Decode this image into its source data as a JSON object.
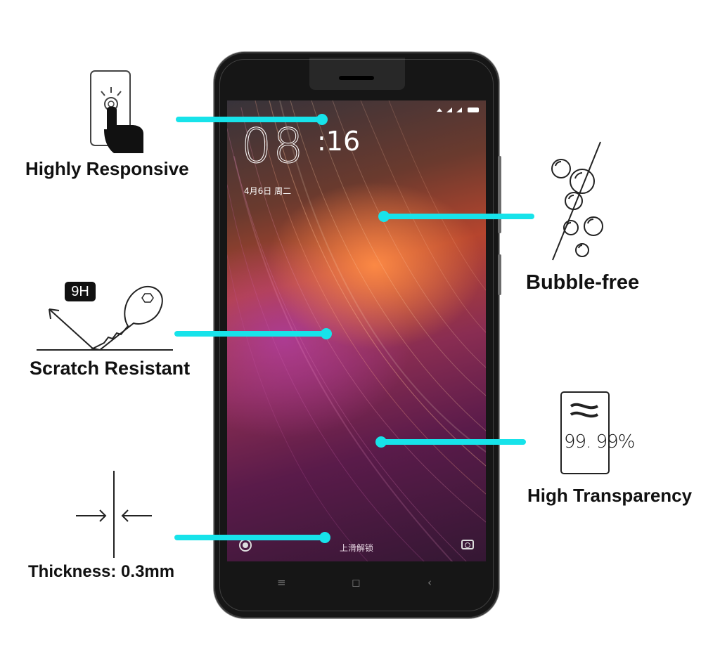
{
  "phone": {
    "clock_hour": "08",
    "clock_minute": ":16",
    "date": "4月6日  周二",
    "unlock_hint": "上滑解锁",
    "nav_keys": [
      "≡",
      "◻",
      "‹"
    ],
    "status_icons": "wifi-signal-battery"
  },
  "features": {
    "responsive": {
      "label": "Highly Responsive",
      "icon": "touch-finger-icon"
    },
    "bubble": {
      "label": "Bubble-free",
      "icon": "bubbles-icon"
    },
    "scratch": {
      "label": "Scratch Resistant",
      "icon": "key-scratch-icon",
      "badge": "9H"
    },
    "transparency": {
      "label": "High Transparency",
      "icon": "transparency-panel-icon",
      "percent": "99. 99%"
    },
    "thickness": {
      "label": "Thickness: 0.3mm",
      "icon": "thickness-arrows-icon"
    }
  },
  "colors": {
    "accent": "#17e3ea",
    "phone_body": "#161616",
    "text": "#111111"
  }
}
